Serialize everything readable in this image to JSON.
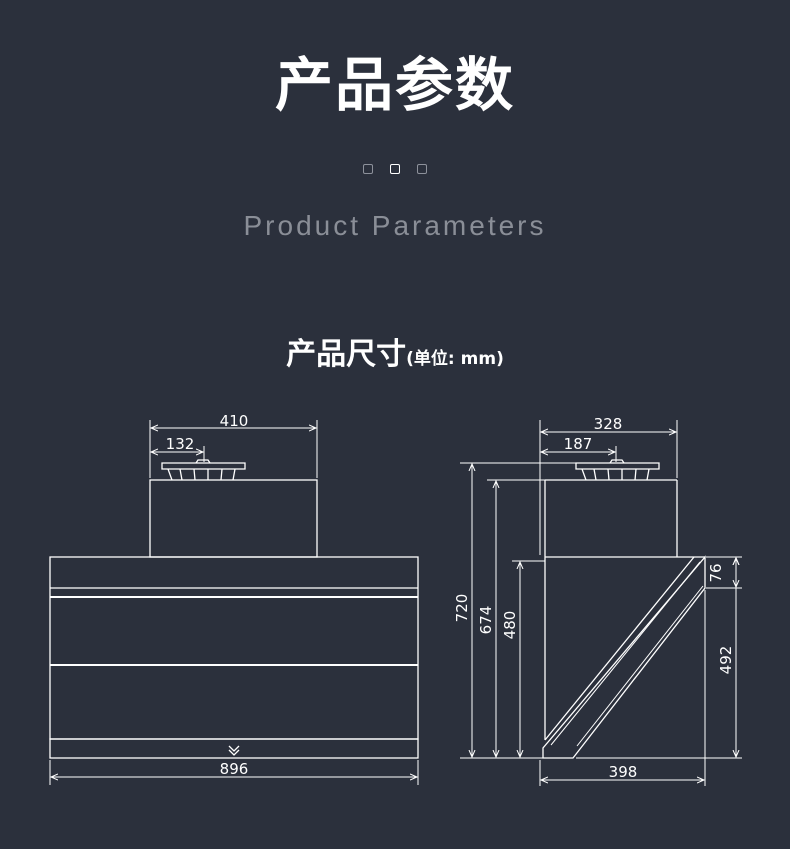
{
  "header": {
    "title": "产品参数",
    "subtitle": "Product Parameters",
    "pager": [
      false,
      true,
      false
    ]
  },
  "section": {
    "title": "产品尺寸",
    "unit": "(单位: mm)"
  },
  "front_view": {
    "top_width": "410",
    "motor_offset": "132",
    "total_width": "896"
  },
  "side_view": {
    "top_depth": "328",
    "motor_depth": "187",
    "total_height": "720",
    "body_height": "674",
    "panel_height": "480",
    "top_strip": "76",
    "panel_depth_height": "492",
    "bottom_depth": "398"
  },
  "colors": {
    "background": "#2b303c",
    "line": "#ffffff",
    "muted": "#8a8e97"
  }
}
